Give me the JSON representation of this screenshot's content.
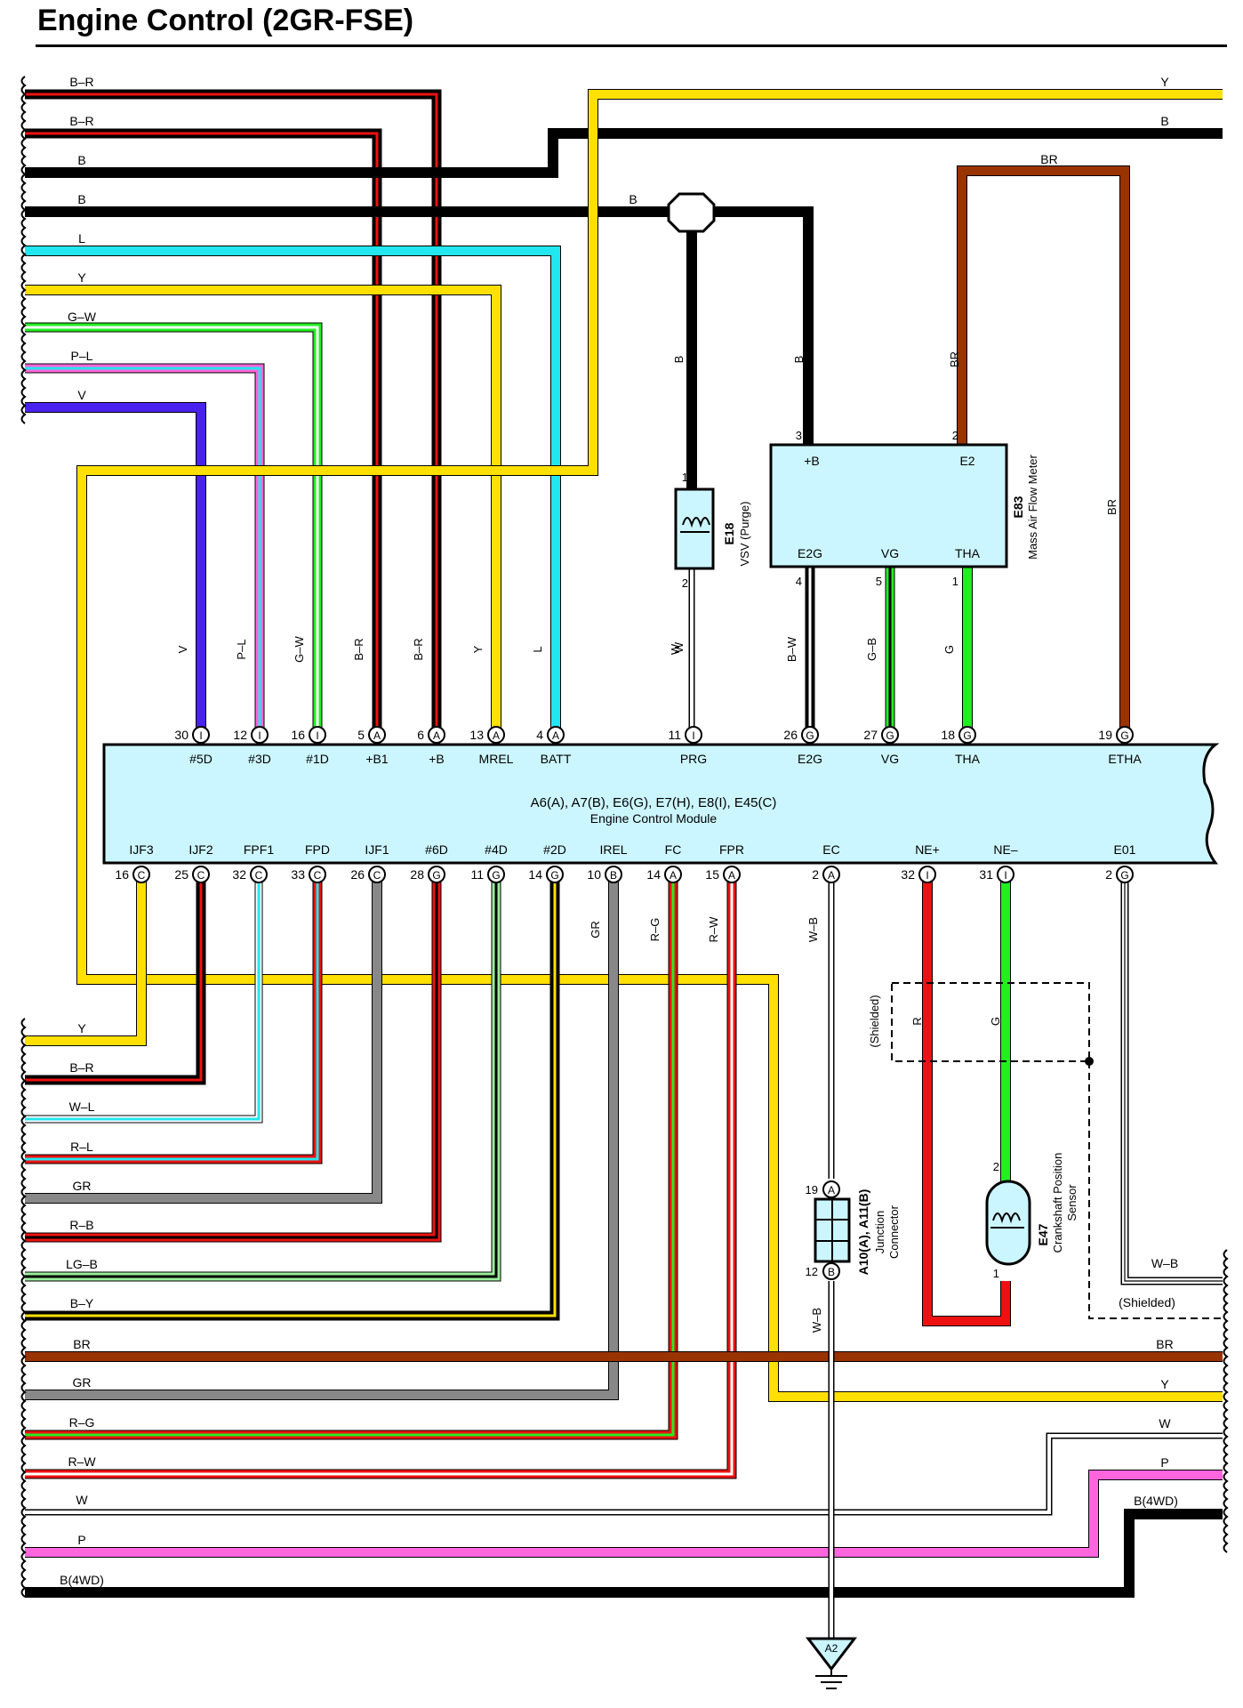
{
  "title": "Engine Control (2GR-FSE)",
  "wire_colors": {
    "B": "#000000",
    "R": "#ee1111",
    "Y": "#ffe000",
    "L": "#22e6f0",
    "G": "#22ee22",
    "P": "#ff66dd",
    "V": "#4a22ee",
    "GR": "#888888",
    "BR": "#993300",
    "W": "#ffffff",
    "LG": "#99ee99"
  },
  "ecm": {
    "connectors": "A6(A), A7(B), E6(G), E7(H), E8(I), E45(C)",
    "name": "Engine Control Module",
    "top_terminals": [
      {
        "pin": "30",
        "conn": "I",
        "name": "#5D",
        "wire": "V"
      },
      {
        "pin": "12",
        "conn": "I",
        "name": "#3D",
        "wire": "P–L"
      },
      {
        "pin": "16",
        "conn": "I",
        "name": "#1D",
        "wire": "G–W"
      },
      {
        "pin": "5",
        "conn": "A",
        "name": "+B1",
        "wire": "B–R"
      },
      {
        "pin": "6",
        "conn": "A",
        "name": "+B",
        "wire": "B–R"
      },
      {
        "pin": "13",
        "conn": "A",
        "name": "MREL",
        "wire": "Y"
      },
      {
        "pin": "4",
        "conn": "A",
        "name": "BATT",
        "wire": "L"
      },
      {
        "pin": "11",
        "conn": "I",
        "name": "PRG",
        "wire": "W"
      },
      {
        "pin": "26",
        "conn": "G",
        "name": "E2G",
        "wire": "B–W"
      },
      {
        "pin": "27",
        "conn": "G",
        "name": "VG",
        "wire": "G–B"
      },
      {
        "pin": "18",
        "conn": "G",
        "name": "THA",
        "wire": "G"
      },
      {
        "pin": "19",
        "conn": "G",
        "name": "ETHA",
        "wire": ""
      }
    ],
    "bottom_terminals": [
      {
        "pin": "16",
        "conn": "C",
        "name": "IJF3",
        "wire": ""
      },
      {
        "pin": "25",
        "conn": "C",
        "name": "IJF2",
        "wire": ""
      },
      {
        "pin": "32",
        "conn": "C",
        "name": "FPF1",
        "wire": ""
      },
      {
        "pin": "33",
        "conn": "C",
        "name": "FPD",
        "wire": ""
      },
      {
        "pin": "26",
        "conn": "C",
        "name": "IJF1",
        "wire": ""
      },
      {
        "pin": "28",
        "conn": "G",
        "name": "#6D",
        "wire": ""
      },
      {
        "pin": "11",
        "conn": "G",
        "name": "#4D",
        "wire": ""
      },
      {
        "pin": "14",
        "conn": "G",
        "name": "#2D",
        "wire": ""
      },
      {
        "pin": "10",
        "conn": "B",
        "name": "IREL",
        "wire": "GR"
      },
      {
        "pin": "14",
        "conn": "A",
        "name": "FC",
        "wire": "R–G"
      },
      {
        "pin": "15",
        "conn": "A",
        "name": "FPR",
        "wire": "R–W"
      },
      {
        "pin": "2",
        "conn": "A",
        "name": "EC",
        "wire": "W–B"
      },
      {
        "pin": "32",
        "conn": "I",
        "name": "NE+",
        "wire": ""
      },
      {
        "pin": "31",
        "conn": "I",
        "name": "NE–",
        "wire": ""
      },
      {
        "pin": "2",
        "conn": "G",
        "name": "E01",
        "wire": ""
      }
    ]
  },
  "left_top_wires": [
    "B–R",
    "B–R",
    "B",
    "B",
    "L",
    "Y",
    "G–W",
    "P–L",
    "V"
  ],
  "left_bottom_wires": [
    "Y",
    "B–R",
    "W–L",
    "R–L",
    "GR",
    "R–B",
    "LG–B",
    "B–Y",
    "BR",
    "GR",
    "R–G",
    "R–W",
    "W",
    "P",
    "B(4WD)"
  ],
  "right_top_wires": [
    "Y",
    "B"
  ],
  "right_bottom_wires": [
    "W–B",
    "(Shielded)",
    "BR",
    "Y",
    "W",
    "P",
    "B(4WD)"
  ],
  "misc_labels": {
    "b_junction": "B",
    "vsv_wire_top": "B",
    "vsv_wire_bottom": "W",
    "maf_plus_b_wire": "B",
    "br_top": "BR",
    "br_vertical": "BR",
    "br_maf_e2": "BR",
    "shielded_left": "(Shielded)",
    "ckp_r": "R",
    "ckp_g": "G",
    "jc_wire_bottom": "W–B"
  },
  "components": {
    "vsv": {
      "code": "E18",
      "name": "VSV (Purge)",
      "pin1": "1",
      "pin2": "2"
    },
    "maf": {
      "code": "E83",
      "name": "Mass Air Flow Meter",
      "terminals": {
        "plus_b": "+B",
        "e2": "E2",
        "e2g": "E2G",
        "vg": "VG",
        "tha": "THA"
      },
      "pins": {
        "plus_b": "3",
        "e2": "2",
        "e2g": "4",
        "vg": "5",
        "tha": "1"
      }
    },
    "jc": {
      "codes": "A10(A), A11(B)",
      "name_line1": "Junction",
      "name_line2": "Connector",
      "pin_top": "19",
      "conn_top": "A",
      "pin_bottom": "12",
      "conn_bottom": "B"
    },
    "ckp": {
      "code": "E47",
      "name_line1": "Crankshaft Position",
      "name_line2": "Sensor",
      "pin2": "2",
      "pin1": "1"
    },
    "ground": {
      "code": "A2"
    }
  }
}
